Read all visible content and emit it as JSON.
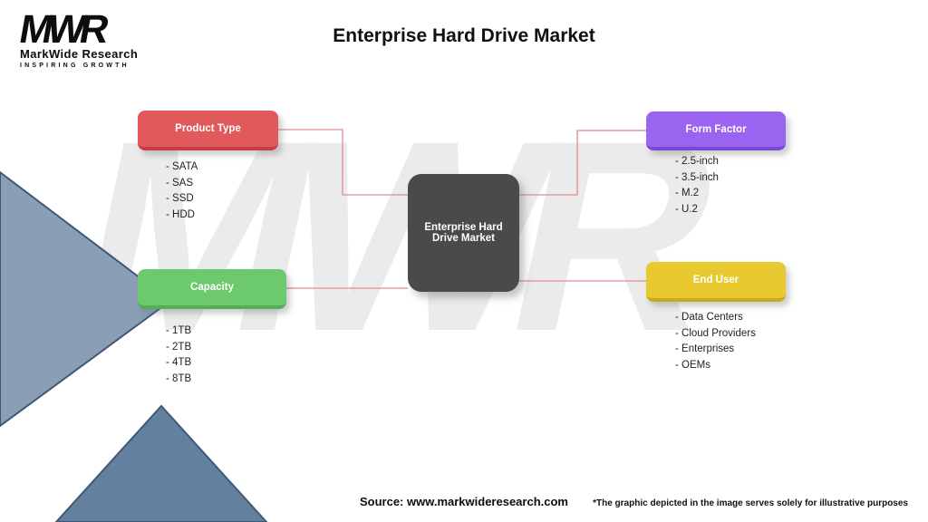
{
  "logo": {
    "mark": "MWR",
    "name": "MarkWide Research",
    "tagline": "Inspiring Growth"
  },
  "title": "Enterprise Hard Drive Market",
  "center_node": {
    "label": "Enterprise Hard Drive Market",
    "color": "#4a4a4a"
  },
  "categories": [
    {
      "label": "Product Type",
      "color": "#e2595b",
      "edge": "#c43f41",
      "items": [
        "- SATA",
        "- SAS",
        "- SSD",
        "- HDD"
      ]
    },
    {
      "label": "Form Factor",
      "color": "#9a63f0",
      "edge": "#7b48d4",
      "items": [
        "- 2.5-inch",
        "- 3.5-inch",
        "- M.2",
        "- U.2"
      ]
    },
    {
      "label": "Capacity",
      "color": "#6cc96d",
      "edge": "#54ad57",
      "items": [
        "- 1TB",
        "- 2TB",
        "- 4TB",
        "- 8TB"
      ]
    },
    {
      "label": "End User",
      "color": "#e9c930",
      "edge": "#c7a91c",
      "items": [
        "- Data Centers",
        "- Cloud Providers",
        "- Enterprises",
        "- OEMs"
      ]
    }
  ],
  "footer": {
    "source": "Source: www.markwideresearch.com",
    "disclaimer": "*The graphic depicted in the image serves solely for illustrative purposes"
  },
  "connector_color": "#e08c8c",
  "watermark": "MWR"
}
